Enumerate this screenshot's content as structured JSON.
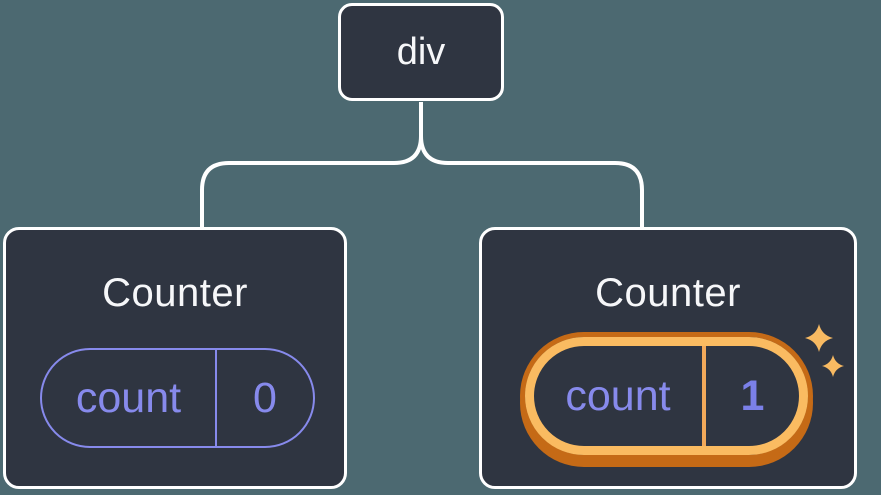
{
  "colors": {
    "page-bg": "#4C6971",
    "card-bg": "#2F3541",
    "card-border": "#FFFFFF",
    "connector": "#FFFFFF",
    "text-primary": "#F6F7F9",
    "lavender": "#878AEC",
    "value-bold": "#7B80E8",
    "orange-light": "#FABB61",
    "orange-dark": "#C56A16",
    "orange-divider": "#F2A95A",
    "sparkle": "#F8BA62"
  },
  "tree": {
    "root": {
      "label": "div"
    },
    "children": [
      {
        "title": "Counter",
        "state": {
          "key": "count",
          "value": "0"
        },
        "highlighted": false
      },
      {
        "title": "Counter",
        "state": {
          "key": "count",
          "value": "1"
        },
        "highlighted": true
      }
    ]
  },
  "icons": {
    "sparkles": {
      "name": "sparkles-icon",
      "glyph": "✦"
    }
  }
}
